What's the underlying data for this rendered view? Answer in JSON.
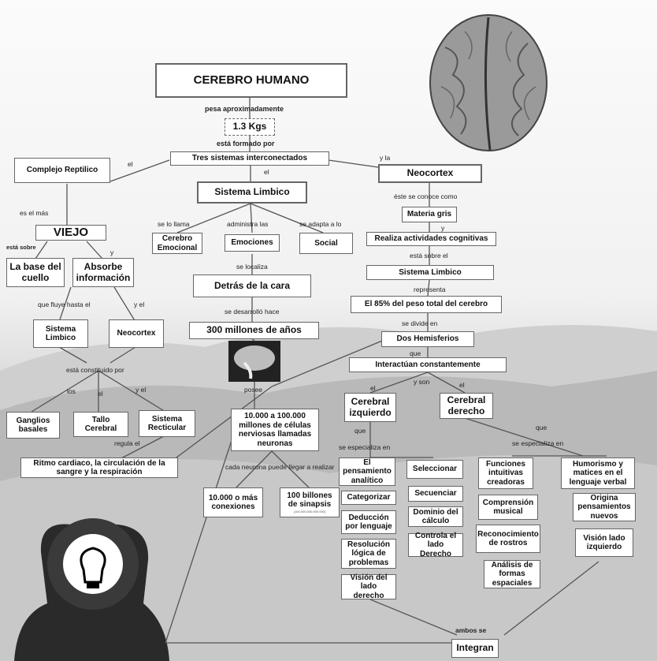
{
  "title": "CEREBRO HUMANO",
  "weight": {
    "label": "pesa aproximadamente",
    "value": "1.3 Kgs"
  },
  "formed": {
    "label": "está formado por",
    "value": "Tres sistemas interconectados"
  },
  "links": {
    "el_left": "el",
    "el_mid": "el",
    "y_la": "y la"
  },
  "reptil": {
    "name": "Complejo Reptilico",
    "es_mas": "es el más",
    "viejo": "VIEJO",
    "esta_sobre": "está sobre",
    "y": "y",
    "base": "La base del cuello",
    "absorbe": "Absorbe información",
    "que_fluye": "que fluye hasta el",
    "y_el": "y el",
    "sis_limbico": "Sistema Limbico",
    "neocortex": "Neocortex",
    "constituido": "está constituido por",
    "los": "los",
    "el": "el",
    "y_el2": "y el",
    "ganglios": "Ganglios basales",
    "tallo": "Tallo Cerebral",
    "reticular": "Sistema Recticular",
    "regula": "regula el",
    "ritmo": "Ritmo cardiaco, la circulación de la sangre y la respiración"
  },
  "limbico": {
    "name": "Sistema Limbico",
    "se_llama": "se lo llama",
    "administra": "administra las",
    "adapta": "se adapta a lo",
    "emocional": "Cerebro Emocional",
    "emociones": "Emociones",
    "social": "Social",
    "localiza": "se localiza",
    "detras": "Detrás de la cara",
    "desarrollo": "se desarrolló hace",
    "millones": "300 millones de años",
    "posee": "posee",
    "neuronas": "10.000 a 100.000 millones de células nerviosas llamadas neuronas",
    "cada": "cada neurona puede llegar a realizar",
    "conexiones": "10.000 o más conexiones",
    "sinapsis": "100 billones de sinapsis",
    "sinapsis_small": "(100.000.000.000.000)"
  },
  "neo": {
    "name": "Neocortex",
    "conoce": "éste se conoce como",
    "materia": "Materia gris",
    "y": "y",
    "realiza": "Realiza actividades cognitivas",
    "sobre": "está sobre el",
    "limbico": "Sistema Limbico",
    "representa": "representa",
    "peso": "El 85% del peso total del cerebro",
    "divide": "se divide en",
    "hemisferios": "Dos Hemisferios",
    "que": "que",
    "interactuan": "Interactúan constantemente",
    "y_son": "y son",
    "el_l": "el",
    "el_r": "el"
  },
  "izq": {
    "name": "Cerebral izquierdo",
    "que": "que",
    "especializa": "se especializa en",
    "col1": [
      "El pensamiento analítico",
      "Categorizar",
      "Deducción por lenguaje",
      "Resolución lógica de problemas",
      "Visión del lado derecho"
    ],
    "col2": [
      "Seleccionar",
      "Secuenciar",
      "Dominio del cálculo",
      "Controla el lado Derecho"
    ]
  },
  "der": {
    "name": "Cerebral derecho",
    "que": "que",
    "especializa": "se especializa en",
    "col1": [
      "Funciones intuitivas creadoras",
      "Comprensión musical",
      "Reconocimiento de rostros",
      "Análisis de formas espaciales"
    ],
    "col2": [
      "Humorismo y matices en el lenguaje verbal",
      "Origina pensamientos nuevos",
      "Visión lado izquierdo"
    ]
  },
  "ambos": "ambos se",
  "integran": "Integran"
}
